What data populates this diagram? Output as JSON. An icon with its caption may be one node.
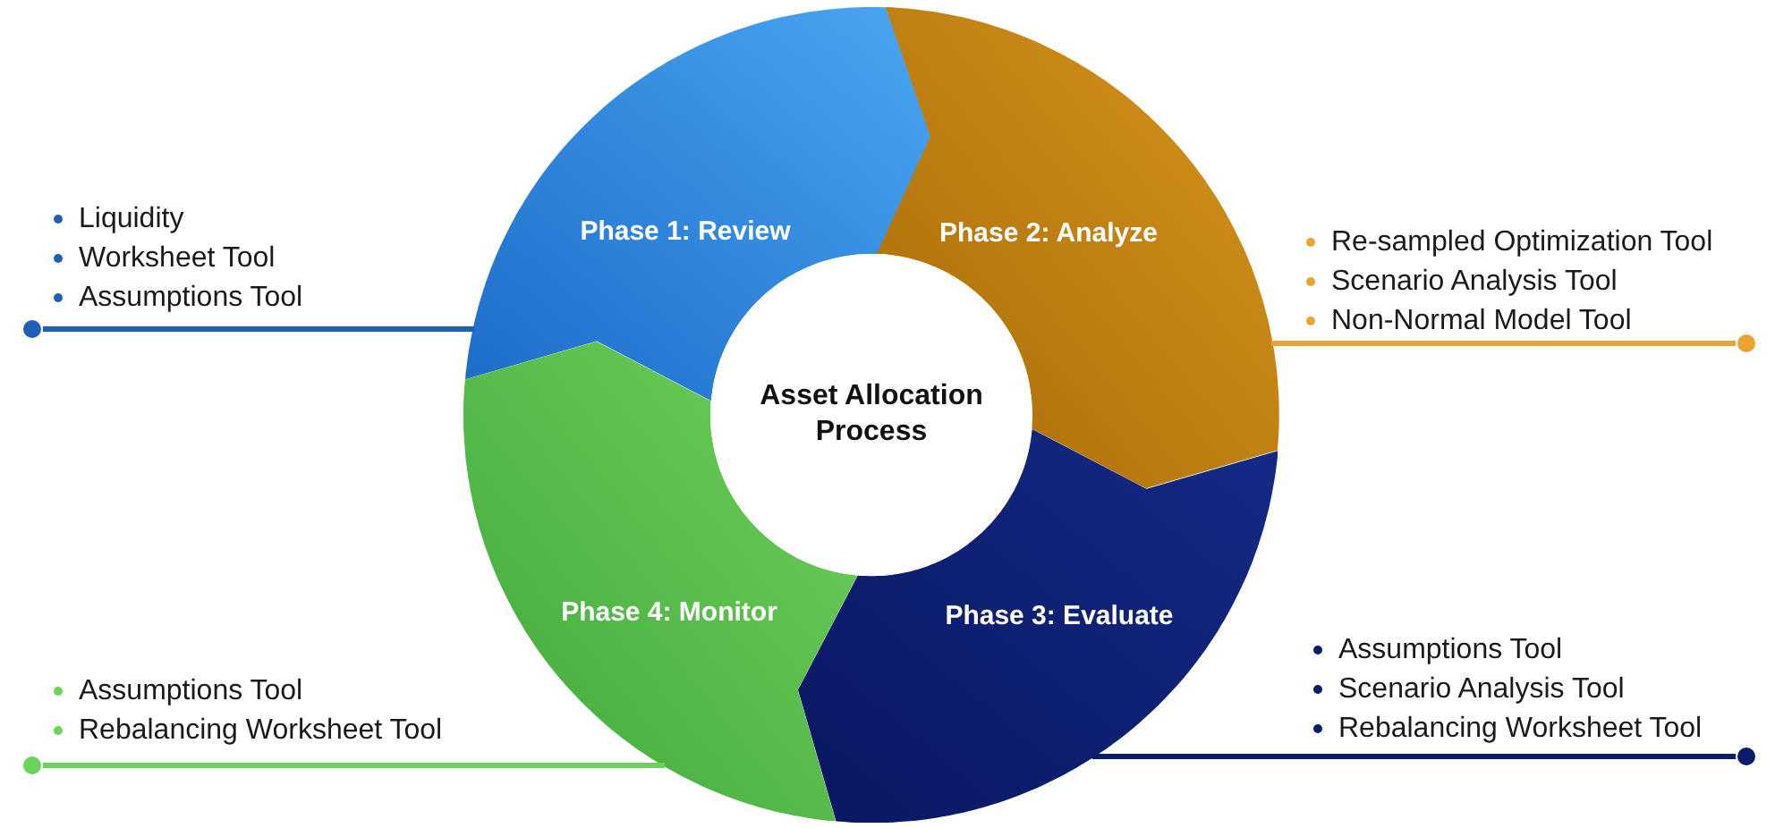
{
  "diagram": {
    "nodes": [
      {
        "text": [
          "Asset Allocation Process"
        ]
      },
      {
        "text": [
          "Phase 1: Review"
        ]
      },
      {
        "text": [
          "Phase 2: Analyze"
        ]
      },
      {
        "text": [
          "Phase 3: Evaluate"
        ]
      },
      {
        "text": [
          "Phase 4: Monitor"
        ]
      },
      {
        "text": [
          "Liquidity",
          "Worksheet Tool",
          "Assumptions Tool"
        ]
      },
      {
        "text": [
          "Re-sampled Optimization Tool",
          "Scenario Analysis Tool",
          "Non-Normal Model Tool"
        ]
      },
      {
        "text": [
          "Assumptions Tool",
          "Scenario Analysis Tool",
          "Rebalancing Worksheet Tool"
        ]
      },
      {
        "text": [
          "Assumptions Tool",
          "Rebalancing Worksheet Tool"
        ]
      }
    ],
    "edges": [
      {
        "from": 5,
        "to": 1,
        "arrow": "other",
        "color": "#1f5fb8"
      },
      {
        "from": 6,
        "to": 2,
        "arrow": "other",
        "color": "#e8a534"
      },
      {
        "from": 7,
        "to": 3,
        "arrow": "other",
        "color": "#0b1c6b"
      },
      {
        "from": 8,
        "to": 4,
        "arrow": "other",
        "color": "#6bd35a"
      }
    ]
  }
}
